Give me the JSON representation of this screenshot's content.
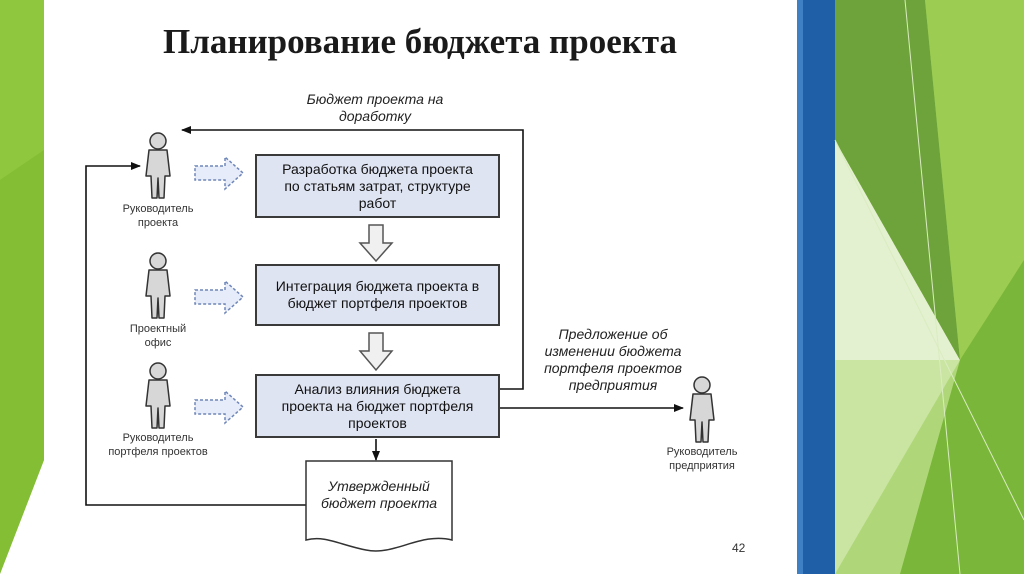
{
  "slide": {
    "title": "Планирование бюджета проекта",
    "page_number": "42"
  },
  "colors": {
    "accent_blue": "#1f5fa8",
    "accent_green": "#8bc34a",
    "box_fill": "#dfe4f2"
  },
  "diagram": {
    "boxes": [
      {
        "id": "develop",
        "text": "Разработка бюджета проекта\nпо статьям затрат, структуре\nработ"
      },
      {
        "id": "integrate",
        "text": "Интеграция бюджета проекта в\nбюджет портфеля проектов"
      },
      {
        "id": "analyze",
        "text": "Анализ влияния бюджета\nпроекта на бюджет портфеля\nпроектов"
      }
    ],
    "document": "Утвержденный\nбюджет проекта",
    "roles": [
      {
        "id": "project-manager",
        "label": "Руководитель\nпроекта",
        "icon": "person-icon"
      },
      {
        "id": "project-office",
        "label": "Проектный\nофис",
        "icon": "person-icon"
      },
      {
        "id": "portfolio-manager",
        "label": "Руководитель\nпортфеля проектов",
        "icon": "person-icon"
      },
      {
        "id": "enterprise-head",
        "label": "Руководитель\nпредприятия",
        "icon": "person-icon"
      }
    ],
    "annotations": {
      "rework": "Бюджет проекта на\nдоработку",
      "proposal": "Предложение об\nизменении бюджета\nпортфеля проектов\nпредприятия"
    }
  }
}
